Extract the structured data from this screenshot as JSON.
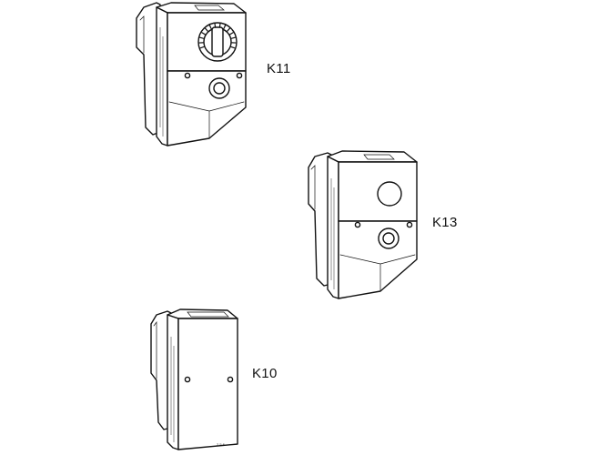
{
  "units": [
    {
      "id": "k11",
      "label": "K11",
      "knob_ticks": 14
    },
    {
      "id": "k13",
      "label": "K13"
    },
    {
      "id": "k10",
      "label": "K10"
    }
  ]
}
